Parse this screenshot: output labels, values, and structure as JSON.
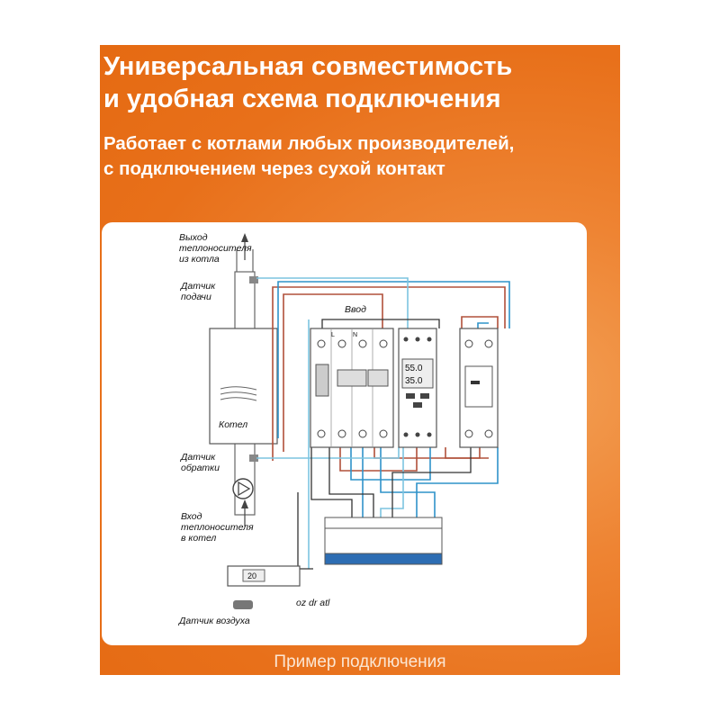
{
  "header": {
    "title_line1": "Универсальная совместимость",
    "title_line2": "и удобная схема подключения",
    "subtitle_line1": "Работает с котлами любых производителей,",
    "subtitle_line2": "с подключением через сухой контакт"
  },
  "diagram": {
    "outlet_label_1": "Выход",
    "outlet_label_2": "теплоносителя",
    "outlet_label_3": "из котла",
    "supply_sensor_1": "Датчик",
    "supply_sensor_2": "подачи",
    "boiler_label": "Котел",
    "return_sensor_1": "Датчик",
    "return_sensor_2": "обратки",
    "inlet_label_1": "Вход",
    "inlet_label_2": "теплоносителя",
    "inlet_label_3": "в котел",
    "air_sensor_label": "Датчик воздуха",
    "input_label": "Ввод",
    "terminal_l": "L",
    "terminal_n": "N",
    "display_top": "55.0",
    "display_bottom": "35.0",
    "room_unit_reading": "20",
    "dr_label": "oz dr atl"
  },
  "footer": {
    "caption": "Пример подключения"
  },
  "colors": {
    "orange": "#e8701a",
    "wire_blue": "#2f93c9",
    "wire_red": "#b0503a",
    "wire_light_blue": "#7cc4df",
    "wire_gray": "#333333"
  }
}
